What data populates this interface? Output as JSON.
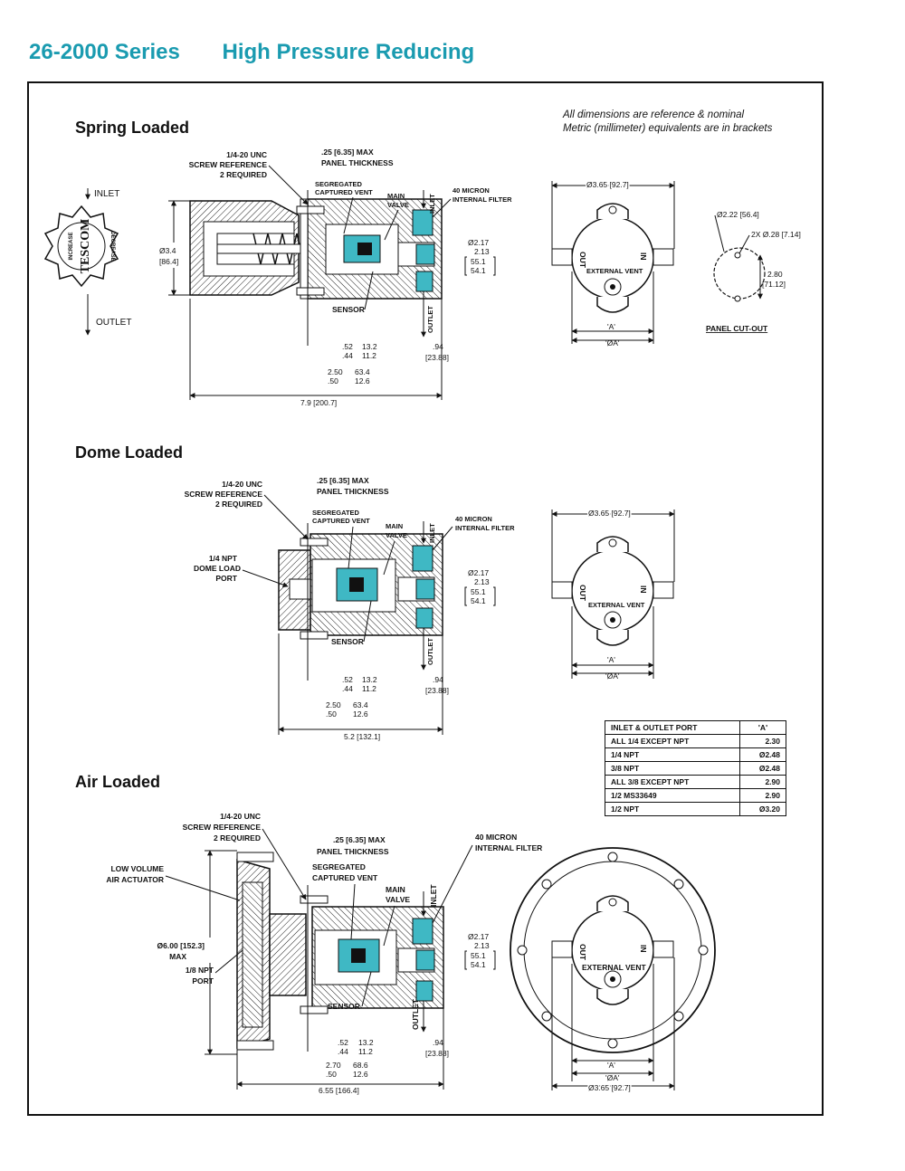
{
  "header": {
    "series": "26-2000 Series",
    "title": "High Pressure Reducing"
  },
  "note": {
    "line1": "All dimensions are reference & nominal",
    "line2": "Metric (millimeter) equivalents are in brackets"
  },
  "colors": {
    "brand": "#1a9bb0",
    "flow": "#3fb8c4"
  },
  "sections": {
    "spring": "Spring Loaded",
    "dome": "Dome Loaded",
    "air": "Air Loaded"
  },
  "knob": {
    "brand": "TESCOM",
    "increase": "INCREASE",
    "decrease": "DECREASE",
    "inlet": "INLET",
    "outlet": "OUTLET"
  },
  "labels": {
    "screw_ref": [
      "1/4-20 UNC",
      "SCREW REFERENCE",
      "2 REQUIRED"
    ],
    "panel": [
      ".25 [6.35] MAX",
      "PANEL THICKNESS"
    ],
    "vent": [
      "SEGREGATED",
      "CAPTURED VENT"
    ],
    "main_valve": [
      "MAIN",
      "VALVE"
    ],
    "filter": [
      "40 MICRON",
      "INTERNAL FILTER"
    ],
    "inlet": "INLET",
    "outlet": "OUTLET",
    "sensor": "SENSOR",
    "out": "OUT",
    "in": "IN",
    "ext_vent": "EXTERNAL VENT",
    "a": "'A'",
    "oa": "'ØA'",
    "panel_cutout": "PANEL CUT-OUT",
    "dome_port": [
      "1/4 NPT",
      "DOME LOAD",
      "PORT"
    ],
    "actuator": [
      "LOW VOLUME",
      "AIR ACTUATOR"
    ],
    "air_port": [
      "1/8 NPT",
      "PORT"
    ],
    "dia600": [
      "Ø6.00 [152.3]",
      "MAX"
    ]
  },
  "dims": {
    "d34": [
      "Ø3.4",
      "[86.4]"
    ],
    "d217": [
      "Ø2.17",
      "2.13"
    ],
    "d551": [
      "55.1",
      "54.1"
    ],
    "d52": [
      ".52",
      ".44"
    ],
    "d132": [
      "13.2",
      "11.2"
    ],
    "d94": [
      ".94",
      "[23.88]"
    ],
    "d250": [
      "2.50",
      ".50"
    ],
    "d634": [
      "63.4",
      "12.6"
    ],
    "d270": [
      "2.70",
      ".50"
    ],
    "d686": [
      "68.6",
      "12.6"
    ],
    "len_spring": "7.9 [200.7]",
    "len_dome": "5.2 [132.1]",
    "len_air": "6.55 [166.4]",
    "d365": "Ø3.65 [92.7]",
    "d222": "Ø2.22 [56.4]",
    "holes": "2X Ø.28 [7.14]",
    "d280": [
      "2.80",
      "[71.12]"
    ]
  },
  "port_table": {
    "header": [
      "INLET & OUTLET PORT",
      "'A'"
    ],
    "rows": [
      [
        "ALL 1/4 EXCEPT NPT",
        "2.30"
      ],
      [
        "1/4 NPT",
        "Ø2.48"
      ],
      [
        "3/8 NPT",
        "Ø2.48"
      ],
      [
        "ALL 3/8 EXCEPT NPT",
        "2.90"
      ],
      [
        "1/2 MS33649",
        "2.90"
      ],
      [
        "1/2 NPT",
        "Ø3.20"
      ]
    ]
  }
}
